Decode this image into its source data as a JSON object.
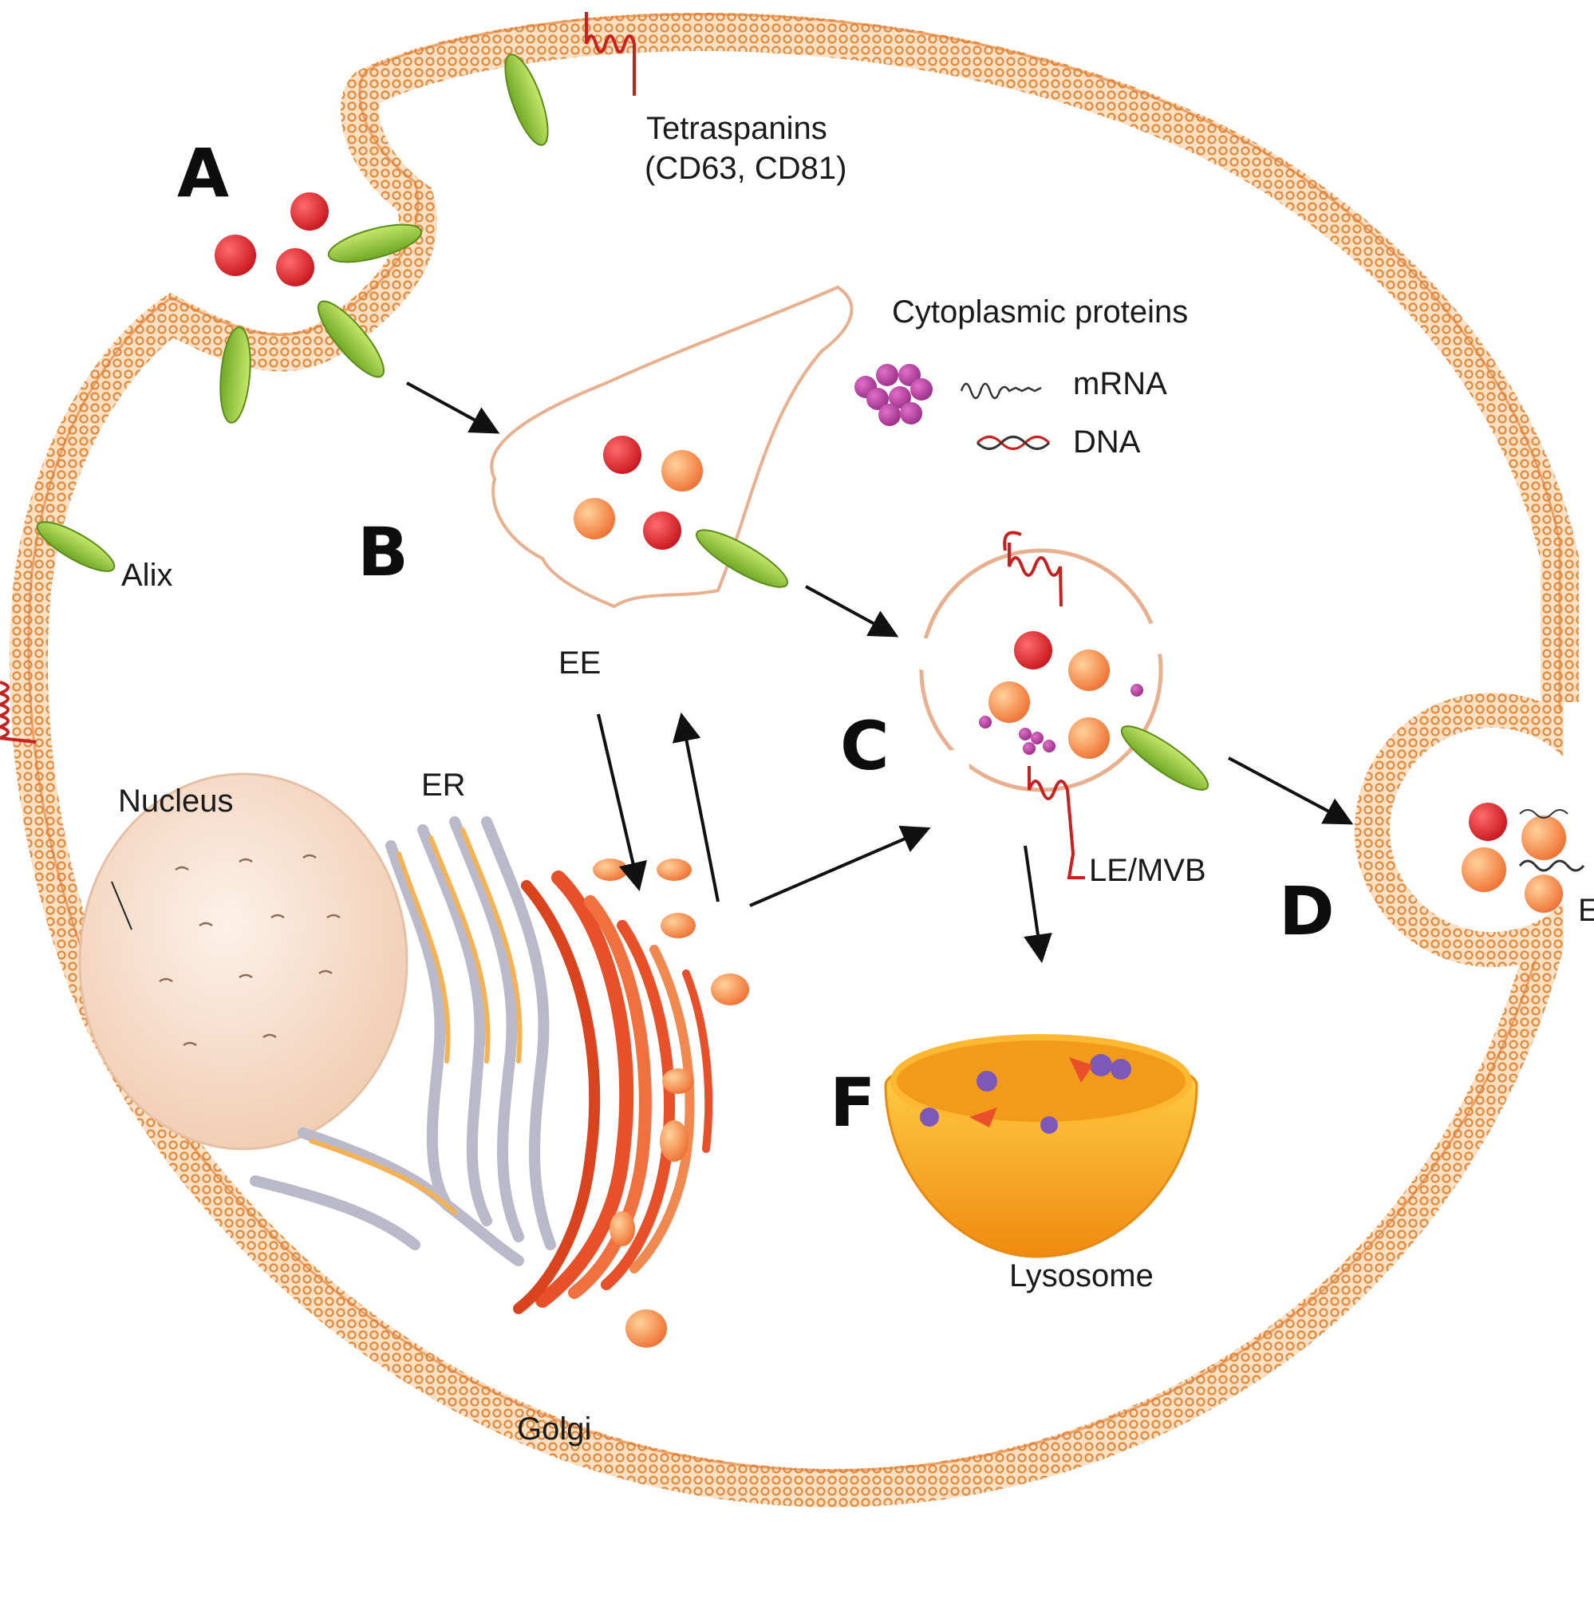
{
  "letters": {
    "a": "A",
    "b": "B",
    "c": "C",
    "d": "D",
    "f": "F"
  },
  "labels": {
    "tetraspanins": "Tetraspanins",
    "tetraspanins_examples": "(CD63, CD81)",
    "cytoplasmic_proteins": "Cytoplasmic proteins",
    "mrna": "mRNA",
    "dna": "DNA",
    "alix": "Alix",
    "ee": "EE",
    "nucleus": "Nucleus",
    "er": "ER",
    "le_mvb": "LE/MVB",
    "golgi": "Golgi",
    "lysosome": "Lysosome",
    "exosome_partial": "E"
  },
  "colors": {
    "membrane": "#f0a860",
    "membrane_edge": "#d9782f",
    "green_protein": "#8dc63f",
    "red_vesicle": "#d9232b",
    "orange_protein": "#f08a3c",
    "purple_protein": "#b8339a",
    "golgi": "#e8502a",
    "lysosome": "#f7a81b"
  }
}
